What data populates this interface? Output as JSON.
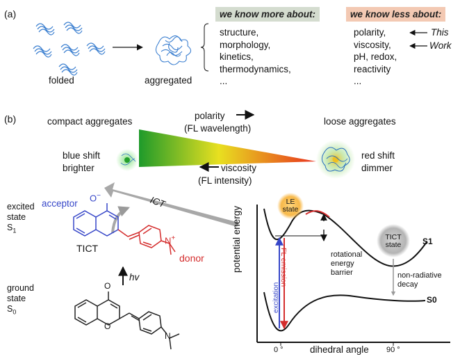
{
  "panel_a": {
    "label": "(a)",
    "folded_label": "folded",
    "aggregated_label": "aggregated",
    "know_more": {
      "header": "we know more about:",
      "items": [
        "structure,",
        "morphology,",
        "kinetics,",
        "thermodynamics,",
        "..."
      ]
    },
    "know_less": {
      "header": "we know less about:",
      "items": [
        "polarity,",
        "viscosity,",
        "pH, redox,",
        "reactivity",
        "..."
      ]
    },
    "note_this": "This",
    "note_work": "Work"
  },
  "panel_b": {
    "label": "(b)",
    "compact": "compact aggregates",
    "loose": "loose aggregates",
    "polarity_line1": "polarity",
    "polarity_line2": "(FL wavelength)",
    "viscosity_line1": "viscosity",
    "viscosity_line2": "(FL intensity)",
    "blue_shift": "blue shift",
    "brighter": "brighter",
    "red_shift": "red shift",
    "dimmer": "dimmer",
    "ict": "ICT",
    "tict": "TICT",
    "acceptor": "acceptor",
    "donor": "donor",
    "excited_state": [
      "excited",
      "state",
      "S"
    ],
    "ground_state": [
      "ground",
      "state",
      "S"
    ],
    "sub_one": "1",
    "sub_zero": "0",
    "hv": "hv",
    "carbonyl_o": "O",
    "ring_o": "O",
    "minus_o": "O",
    "minus": "−",
    "n_plus": "N",
    "plus": "+",
    "n_amine": "N"
  },
  "energy_plot": {
    "ylabel": "potential energy",
    "xlabel": "dihedral angle",
    "tick_0": "0 °",
    "tick_90": "90 °",
    "s1": "S1",
    "s0": "S0",
    "le_state": [
      "LE",
      "state"
    ],
    "tict_state": [
      "TICT",
      "state"
    ],
    "excitation": "excitation",
    "fl_emission": "FL emission",
    "barrier": [
      "rotational",
      "energy",
      "barrier"
    ],
    "nonrad": [
      "non-radiative",
      "decay"
    ]
  },
  "colors": {
    "blue": "#3646c8",
    "red": "#d42d2d",
    "gray_arrow": "#a8a8a8",
    "wedge_green": "#1e9a2a",
    "wedge_yellow": "#e8e020",
    "wedge_red": "#e8311e"
  }
}
